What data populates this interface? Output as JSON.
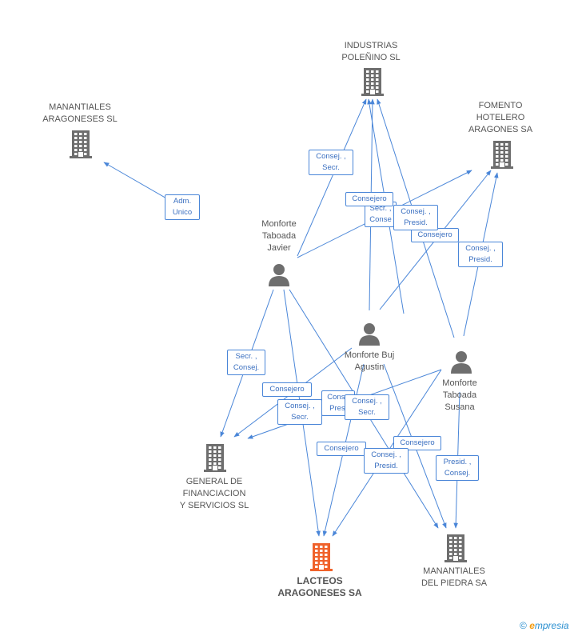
{
  "colors": {
    "edge": "#4a86d8",
    "company": "#6e6e6e",
    "focus_company": "#f0622b",
    "person": "#6e6e6e"
  },
  "nodes": {
    "industrias": {
      "label": "INDUSTRIAS\nPOLEÑINO SL",
      "kind": "company-icon"
    },
    "manantiales_aragoneses": {
      "label": "MANANTIALES\nARAGONESES SL",
      "kind": "company-icon"
    },
    "fomento": {
      "label": "FOMENTO\nHOTELERO\nARAGONES SA",
      "kind": "company-icon"
    },
    "javier": {
      "label": "Monforte\nTaboada\nJavier",
      "kind": "person-icon"
    },
    "agustin": {
      "label": "Monforte Buj\nAgustin",
      "kind": "person-icon"
    },
    "susana": {
      "label": "Monforte\nTaboada\nSusana",
      "kind": "person-icon"
    },
    "general": {
      "label": "GENERAL DE\nFINANCIACION\nY SERVICIOS SL",
      "kind": "company-icon"
    },
    "lacteos": {
      "label": "LACTEOS\nARAGONESES SA",
      "kind": "focus-company-icon"
    },
    "piedra": {
      "label": "MANANTIALES\nDEL PIEDRA SA",
      "kind": "company-icon"
    }
  },
  "edge_labels": [
    {
      "id": "adm",
      "text": "Adm.\nUnico"
    },
    {
      "id": "cs1",
      "text": "Consej. ,\nSecr."
    },
    {
      "id": "cons1",
      "text": "Consejero"
    },
    {
      "id": "sc1",
      "text": "Secr. ,\nConse"
    },
    {
      "id": "cp1",
      "text": "Consej. ,\nPresid."
    },
    {
      "id": "cons2",
      "text": "Consejero"
    },
    {
      "id": "cp2",
      "text": "Consej. ,\nPresid."
    },
    {
      "id": "sc2",
      "text": "Secr. ,\nConsej."
    },
    {
      "id": "cons3",
      "text": "Consejero"
    },
    {
      "id": "cp3",
      "text": "Conse\nPresi"
    },
    {
      "id": "cs2",
      "text": "Consej. ,\nSecr."
    },
    {
      "id": "cs3",
      "text": "Consej. ,\nSecr."
    },
    {
      "id": "cons4",
      "text": "Consejero"
    },
    {
      "id": "cons5",
      "text": "Consejero"
    },
    {
      "id": "cp4",
      "text": "Consej. ,\nPresid."
    },
    {
      "id": "pc1",
      "text": "Presid. ,\nConsej."
    }
  ],
  "footer": {
    "copyright": "©",
    "brand_first": "e",
    "brand_rest": "mpresia"
  }
}
